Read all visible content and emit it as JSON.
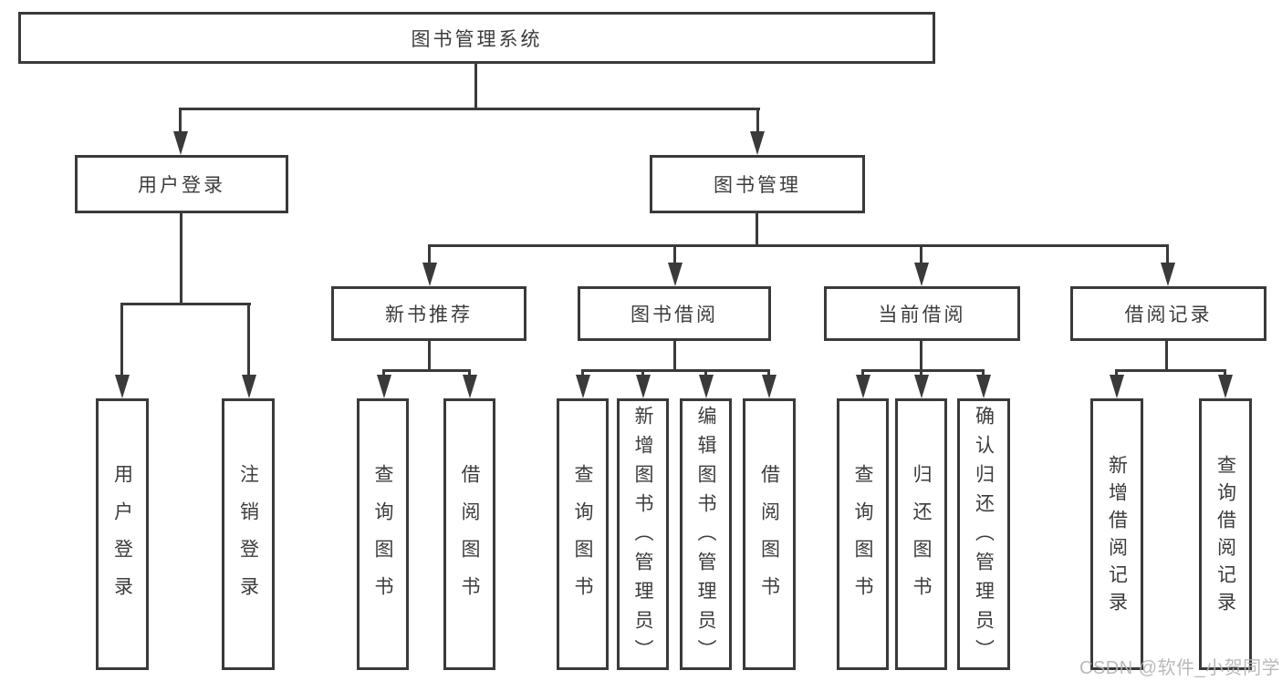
{
  "tree": {
    "root": {
      "label": "图书管理系统",
      "children": [
        {
          "label": "用户登录",
          "children": [
            {
              "label": "用户登录"
            },
            {
              "label": "注销登录"
            }
          ]
        },
        {
          "label": "图书管理",
          "children": [
            {
              "label": "新书推荐",
              "children": [
                {
                  "label": "查询图书"
                },
                {
                  "label": "借阅图书"
                }
              ]
            },
            {
              "label": "图书借阅",
              "children": [
                {
                  "label": "查询图书"
                },
                {
                  "label": "新增图书（管理员）"
                },
                {
                  "label": "编辑图书（管理员）"
                },
                {
                  "label": "借阅图书"
                }
              ]
            },
            {
              "label": "当前借阅",
              "children": [
                {
                  "label": "查询图书"
                },
                {
                  "label": "归还图书"
                },
                {
                  "label": "确认归还（管理员）"
                }
              ]
            },
            {
              "label": "借阅记录",
              "children": [
                {
                  "label": "新增借阅记录"
                },
                {
                  "label": "查询借阅记录"
                }
              ]
            }
          ]
        }
      ]
    }
  },
  "watermark": "CSDN @软件_小贺同学",
  "colors": {
    "line": "#3a3a3a",
    "text": "#3c3c3c",
    "watermark": "#b3b3b3",
    "background": "#ffffff"
  }
}
